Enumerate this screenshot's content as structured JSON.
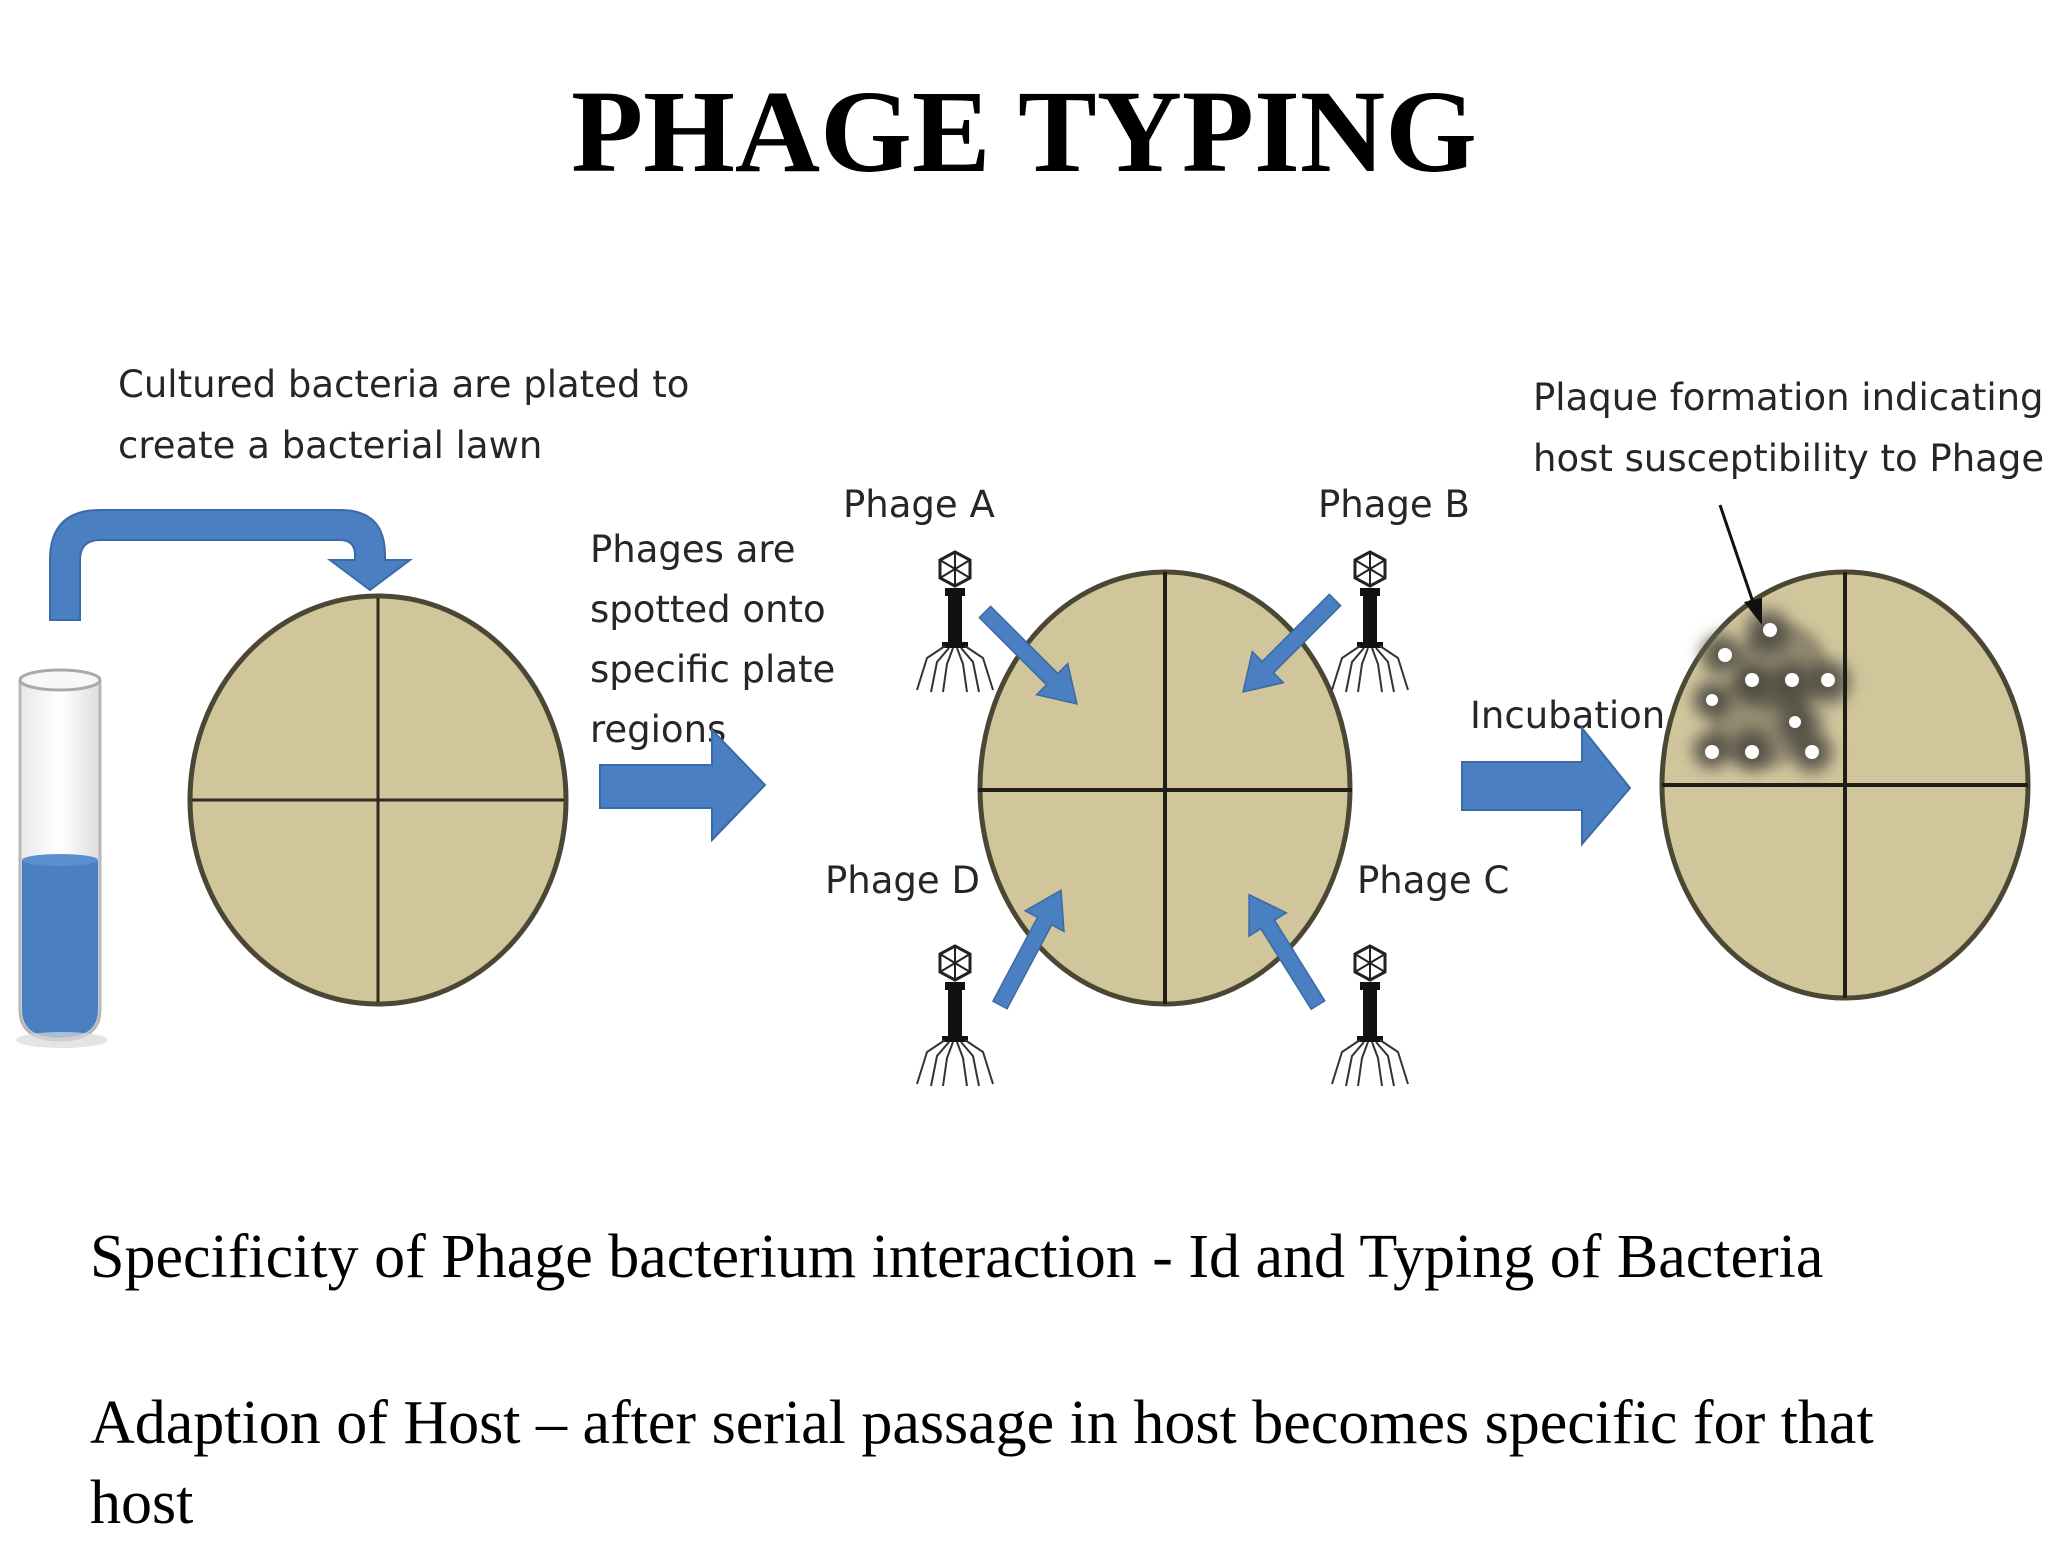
{
  "title": "PHAGE TYPING",
  "diagram": {
    "step1_caption_line1": "Cultured bacteria are plated to",
    "step1_caption_line2": "create a bacterial lawn",
    "step2_caption_line1": "Phages are",
    "step2_caption_line2": "spotted onto",
    "step2_caption_line3": "specific plate",
    "step2_caption_line4": "regions",
    "phage_a": "Phage A",
    "phage_b": "Phage B",
    "phage_c": "Phage C",
    "phage_d": "Phage D",
    "incubation": "Incubation",
    "plaque_caption_line1": "Plaque formation indicating",
    "plaque_caption_line2": "host susceptibility to Phage A",
    "icons": [
      "test-tube-icon",
      "curved-arrow-icon",
      "petri-dish-icon",
      "bacteriophage-icon",
      "block-arrow-icon",
      "plaque-icon"
    ],
    "colors": {
      "arrow_blue": "#4a7fc1",
      "plate_fill": "#d1c59c",
      "plate_edge": "#4a4734",
      "broth_blue": "#4a7fc1",
      "plaque_gray": "#6f6c60"
    }
  },
  "bullets": [
    "Specificity of Phage bacterium interaction  - Id and Typing of Bacteria",
    "Adaption of Host – after serial passage in host becomes specific for that host"
  ]
}
